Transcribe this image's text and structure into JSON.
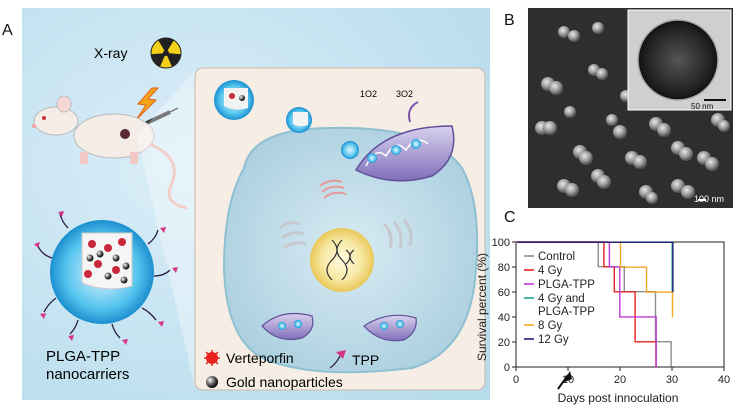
{
  "figure": {
    "panel_a": {
      "label": "A",
      "xray": "X-ray",
      "singlet_oxygen": "1O2",
      "triplet_oxygen": "3O2",
      "nanocarrier_name": "PLGA-TPP",
      "nanocarrier_sub": "nanocarriers",
      "legend_verteporfin": "Verteporfin",
      "legend_gold": "Gold nanoparticles",
      "legend_tpp": "TPP"
    },
    "panel_b": {
      "label": "B",
      "scale_inset": "50 nm",
      "scale_main": "100 nm"
    },
    "panel_c": {
      "label": "C"
    }
  },
  "chart_data": {
    "type": "line",
    "xlabel": "Days post innoculation",
    "ylabel": "Survival percent (%)",
    "xlim": [
      0,
      40
    ],
    "ylim": [
      0,
      100
    ],
    "xticks": [
      0,
      10,
      20,
      30,
      40
    ],
    "yticks": [
      0,
      20,
      40,
      60,
      80,
      100
    ],
    "legend_position": "left-inside",
    "series": [
      {
        "name": "Control",
        "color": "#8c8c8c",
        "points": [
          [
            0,
            100
          ],
          [
            16,
            100
          ],
          [
            16,
            80
          ],
          [
            21,
            80
          ],
          [
            21,
            60
          ],
          [
            27,
            60
          ],
          [
            27,
            20
          ],
          [
            30,
            20
          ],
          [
            30,
            0
          ]
        ]
      },
      {
        "name": "4 Gy",
        "color": "#e8231e",
        "points": [
          [
            0,
            100
          ],
          [
            17,
            100
          ],
          [
            17,
            80
          ],
          [
            19,
            80
          ],
          [
            19,
            60
          ],
          [
            23,
            60
          ],
          [
            23,
            20
          ],
          [
            27,
            20
          ],
          [
            27,
            0
          ]
        ]
      },
      {
        "name": "PLGA-TPP",
        "color": "#c03ad8",
        "points": [
          [
            0,
            100
          ],
          [
            18,
            100
          ],
          [
            18,
            80
          ],
          [
            20,
            80
          ],
          [
            20,
            40
          ],
          [
            27,
            40
          ],
          [
            27,
            0
          ]
        ]
      },
      {
        "name": "4 Gy and\nPLGA-TPP",
        "color": "#1aa38f",
        "points": [
          [
            0,
            100
          ],
          [
            30,
            100
          ],
          [
            30,
            60
          ]
        ]
      },
      {
        "name": "8 Gy",
        "color": "#f5a623",
        "points": [
          [
            0,
            100
          ],
          [
            20,
            100
          ],
          [
            20,
            80
          ],
          [
            25,
            80
          ],
          [
            25,
            60
          ],
          [
            30,
            60
          ],
          [
            30,
            40
          ]
        ]
      },
      {
        "name": "12 Gy",
        "color": "#27207a",
        "points": [
          [
            0,
            100
          ],
          [
            30,
            100
          ],
          [
            30,
            60
          ]
        ]
      }
    ],
    "annotation": {
      "type": "arrow",
      "x": 10,
      "text": ""
    }
  }
}
